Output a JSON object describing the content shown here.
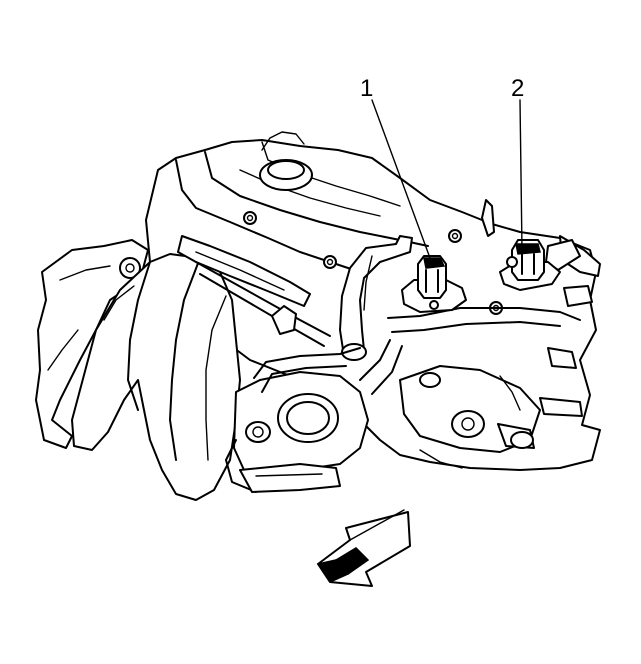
{
  "callouts": [
    {
      "label": "1",
      "target": "sensor"
    },
    {
      "label": "2",
      "target": "sensor"
    }
  ],
  "colors": {
    "line": "#000000",
    "background": "#ffffff"
  },
  "icons": [
    "front-direction-arrow-icon"
  ]
}
